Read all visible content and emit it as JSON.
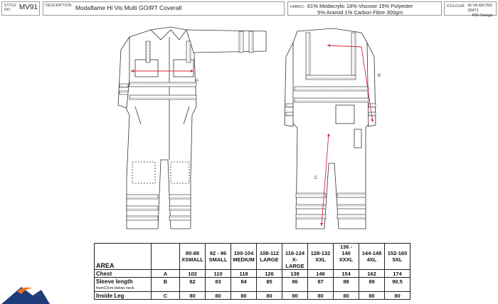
{
  "header": {
    "style_label": "STYLE\nNO:",
    "style_label_l1": "STYLE",
    "style_label_l2": "NO:",
    "style_value": "MV91",
    "description_label": "DESCRIPTION:",
    "description_value": "Modaflame Hi Vis Multi GO/RT Coverall",
    "fabric_label": "FABRIC:",
    "fabric_line1": "61% Modacrylic 18% Viscose 15% Polyester",
    "fabric_line2": "5% Aramid 1% Carbon Fibre 300gm",
    "colour_label": "COLOUR:",
    "colour_line1": "Hi Vis EN ISO 20471",
    "colour_line2": "RIS Orange"
  },
  "drawing": {
    "front_marker": "A",
    "back_marker_b": "B",
    "back_marker_c": "C"
  },
  "size_table": {
    "area_header": "AREA",
    "ranges": [
      "80-88",
      "92 - 96",
      "100-104",
      "108-112",
      "116-124",
      "128-132",
      "136 - 140",
      "144-148",
      "152-160"
    ],
    "sizes": [
      "XSMALL",
      "SMALL",
      "MEDIUM",
      "LARGE",
      "X-LARGE",
      "XXL",
      "XXXL",
      "4XL",
      "5XL"
    ],
    "rows": [
      {
        "name": "Chest",
        "letter": "A",
        "values": [
          "102",
          "110",
          "118",
          "126",
          "138",
          "146",
          "154",
          "162",
          "174"
        ]
      },
      {
        "name": "Sleeve length",
        "letter": "B",
        "values": [
          "82",
          "83",
          "84",
          "85",
          "86",
          "87",
          "88",
          "89",
          "90.5"
        ],
        "note": "from12cm below neck"
      },
      {
        "name": "Inside Leg",
        "letter": "C",
        "values": [
          "80",
          "80",
          "80",
          "80",
          "80",
          "80",
          "80",
          "80",
          "80"
        ]
      }
    ]
  },
  "colors": {
    "measure": "#d9263a",
    "logo_blue": "#1f3d7a",
    "logo_orange": "#e8731e"
  }
}
